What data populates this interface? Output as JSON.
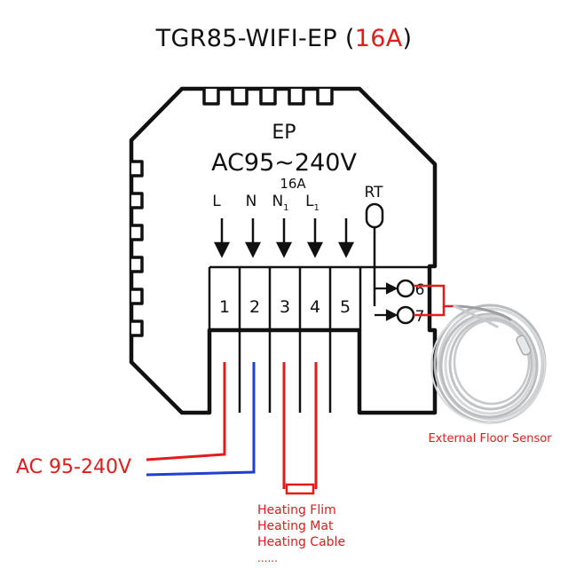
{
  "title": {
    "model": "TGR85-WIFI-EP",
    "open": "(",
    "rating": "16A",
    "close": ")"
  },
  "device": {
    "variant": "EP",
    "voltage": "AC95~240V",
    "current": "16A"
  },
  "inputs": [
    {
      "label": "L",
      "sub": ""
    },
    {
      "label": "N",
      "sub": ""
    },
    {
      "label": "N",
      "sub": "1"
    },
    {
      "label": "L",
      "sub": "1"
    }
  ],
  "sensor_port_label": "RT",
  "terminals": [
    "1",
    "2",
    "3",
    "4",
    "5"
  ],
  "sensor_terminals": [
    "6",
    "7"
  ],
  "power_label": "AC 95-240V",
  "sensor_label": "External Floor Sensor",
  "load_labels": [
    "Heating Flim",
    "Heating Mat",
    "Heating Cable",
    "......"
  ],
  "colors": {
    "live": "#e21b1b",
    "neutral": "#1f3fd1",
    "outline": "#111111",
    "accent": "#e21b1b"
  }
}
